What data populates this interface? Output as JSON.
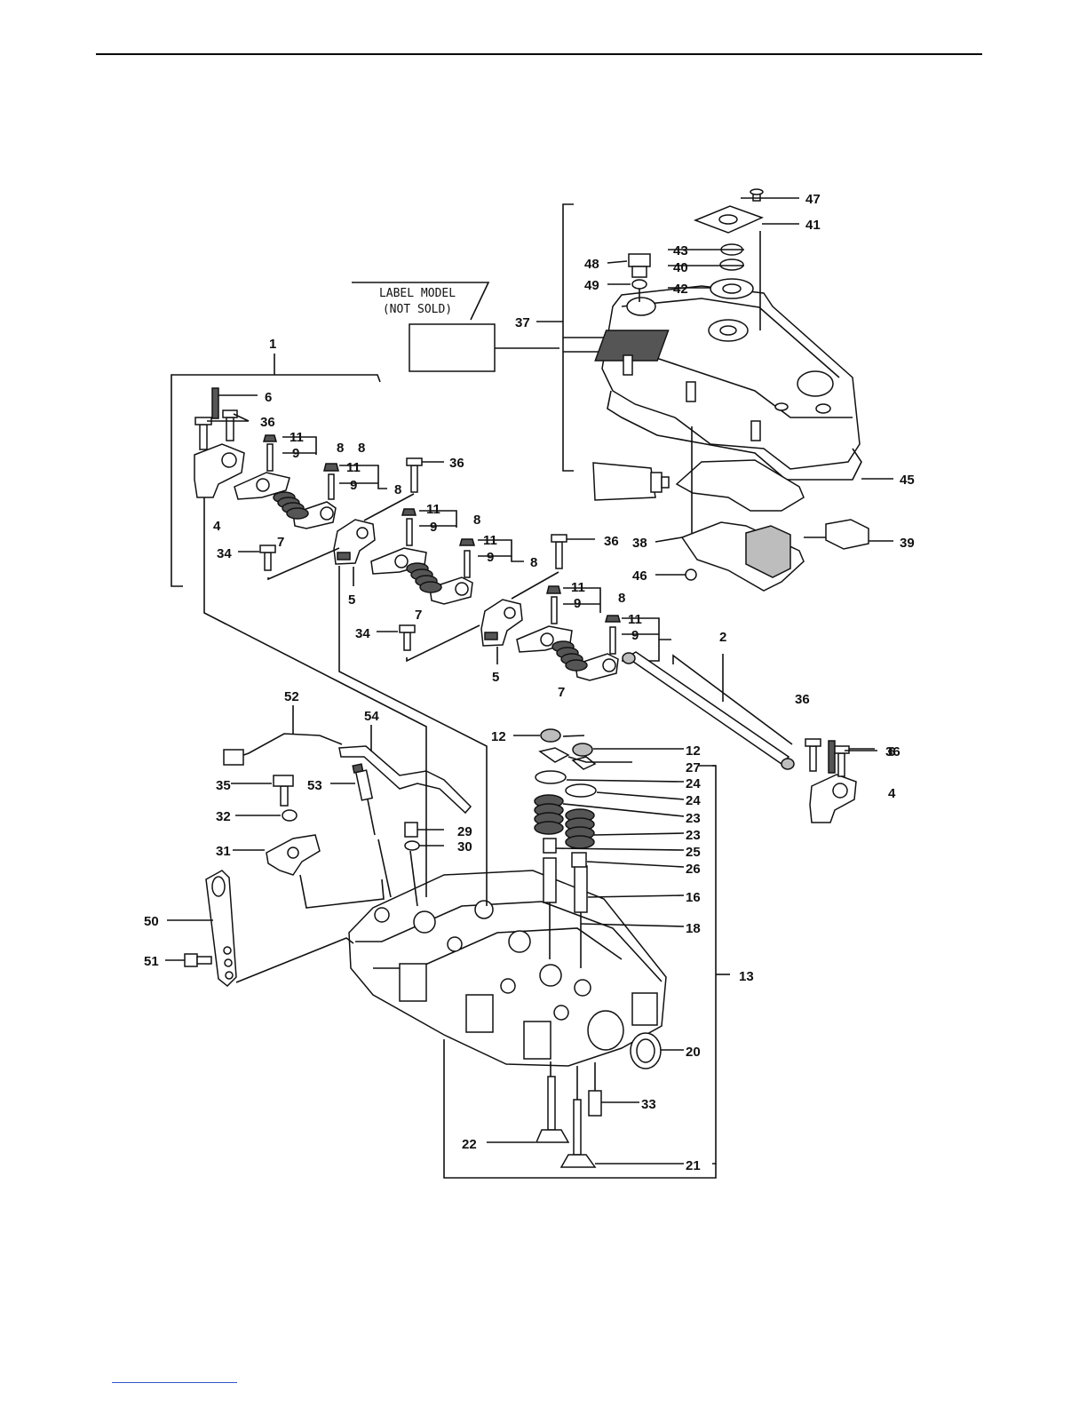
{
  "label_model": {
    "line1": "LABEL MODEL",
    "line2": "(NOT SOLD)"
  },
  "callouts": {
    "n1": "1",
    "n2": "2",
    "n4a": "4",
    "n4b": "4",
    "n5a": "5",
    "n5b": "5",
    "n6a": "6",
    "n6b": "6",
    "n7a": "7",
    "n7b": "7",
    "n7c": "7",
    "n8a": "8",
    "n8b": "8",
    "n8c": "8",
    "n8d": "8",
    "n8e": "8",
    "n8f": "8",
    "n9a": "9",
    "n9b": "9",
    "n9c": "9",
    "n9d": "9",
    "n9e": "9",
    "n9f": "9",
    "n11a": "11",
    "n11b": "11",
    "n11c": "11",
    "n11d": "11",
    "n11e": "11",
    "n11f": "11",
    "n12a": "12",
    "n12b": "12",
    "n13": "13",
    "n16": "16",
    "n18": "18",
    "n20": "20",
    "n21": "21",
    "n22": "22",
    "n23a": "23",
    "n23b": "23",
    "n24a": "24",
    "n24b": "24",
    "n25": "25",
    "n26": "26",
    "n27": "27",
    "n29": "29",
    "n30": "30",
    "n31": "31",
    "n32": "32",
    "n33": "33",
    "n34a": "34",
    "n34b": "34",
    "n35": "35",
    "n36a": "36",
    "n36b": "36",
    "n36c": "36",
    "n36d": "36",
    "n36e": "36",
    "n37": "37",
    "n38": "38",
    "n39": "39",
    "n40": "40",
    "n41": "41",
    "n42": "42",
    "n43": "43",
    "n45": "45",
    "n46": "46",
    "n47": "47",
    "n48": "48",
    "n49": "49",
    "n50": "50",
    "n51": "51",
    "n52": "52",
    "n53": "53",
    "n54": "54"
  }
}
